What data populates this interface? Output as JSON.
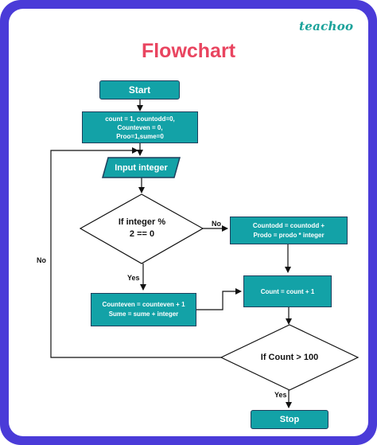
{
  "brand": "teachoo",
  "title": "Flowchart",
  "nodes": {
    "start": "Start",
    "init": "count = 1,  countodd=0,\nCounteven = 0,\nProo=1,sume=0",
    "input": "Input integer",
    "decision_even": "If  integer %\n2 == 0",
    "odd_update": "Countodd = countodd +\nProdo = prodo * integer",
    "count_increment": "Count = count + 1",
    "even_update": "Counteven = counteven +  1\nSume = sume + integer",
    "decision_count": "If Count > 100",
    "stop": "Stop"
  },
  "edge_labels": {
    "decision_even_no": "No",
    "decision_even_yes": "Yes",
    "decision_count_no": "No",
    "decision_count_yes": "Yes"
  },
  "colors": {
    "frame": "#4a3bd8",
    "box_fill": "#13a2a7",
    "box_border": "#1f3f5c",
    "title": "#e94560",
    "brand": "#1aa29a"
  }
}
